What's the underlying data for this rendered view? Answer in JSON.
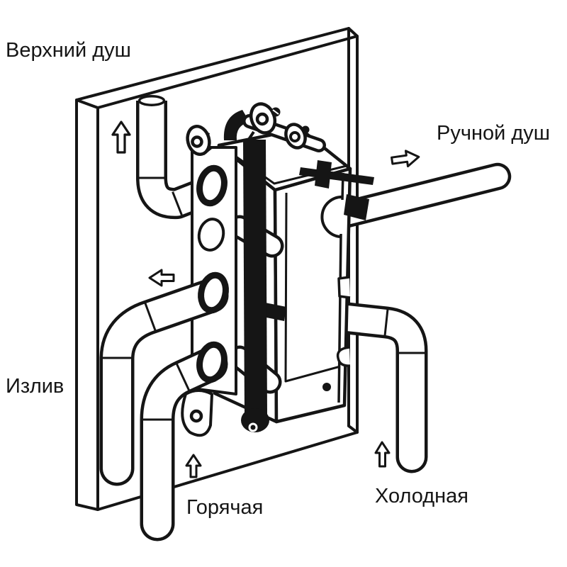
{
  "page": {
    "background": "#ffffff",
    "line_color": "#151515"
  },
  "diagram": {
    "type": "shower-mixer-valve-installation-diagram",
    "labels": {
      "upper_shower": "Верхний душ",
      "hand_shower": "Ручной душ",
      "spout": "Излив",
      "hot": "Горячая",
      "cold": "Холодная"
    },
    "flow_arrows": [
      {
        "at": "upper_shower",
        "direction": "up"
      },
      {
        "at": "hand_shower",
        "direction": "right"
      },
      {
        "at": "spout",
        "direction": "left"
      },
      {
        "at": "hot",
        "direction": "up"
      },
      {
        "at": "cold",
        "direction": "up"
      }
    ],
    "parts": [
      "wall-panel",
      "mixer-valve-body",
      "mounting-strap",
      "port-rings",
      "upper-shower-pipe",
      "hand-shower-pipe",
      "spout-pipe",
      "hot-water-pipe",
      "cold-water-pipe"
    ]
  }
}
